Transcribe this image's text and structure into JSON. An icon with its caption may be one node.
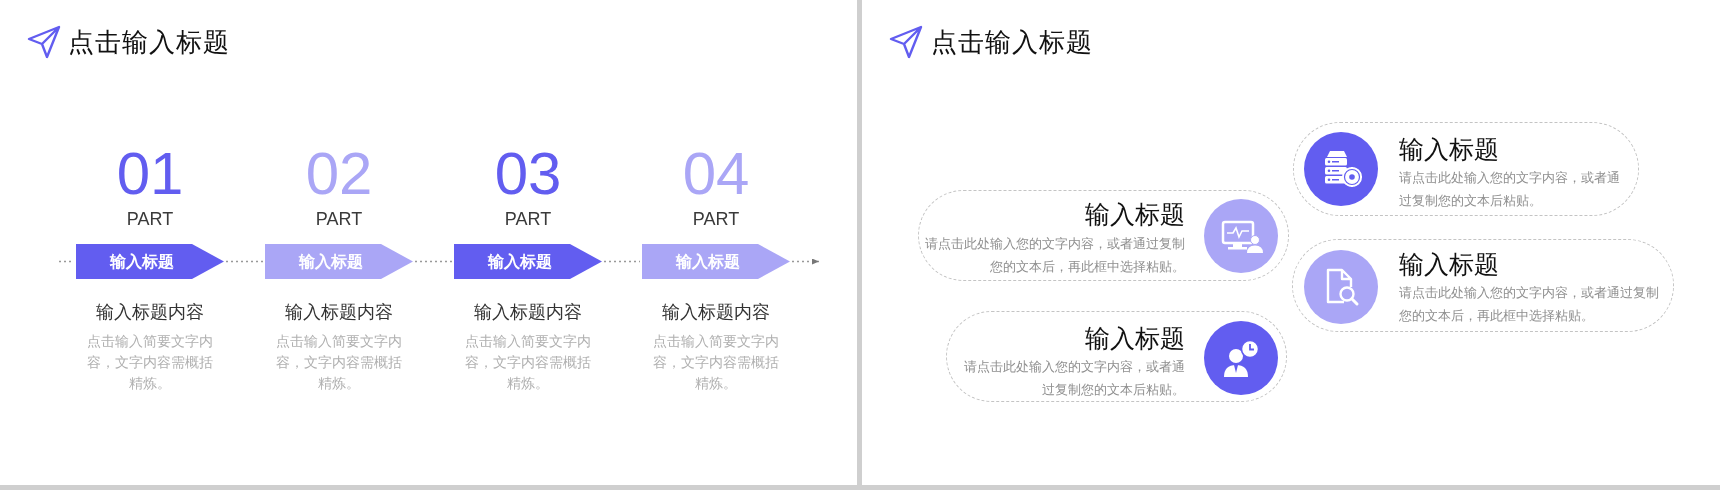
{
  "diagram": {
    "nodes": [
      {
        "text": [
          "输入标题"
        ],
        "beside": [
          "01",
          "PART",
          "输入标题内容",
          "点击输入简要文字内容，文字内容需概括精炼。"
        ]
      },
      {
        "text": [
          "输入标题"
        ],
        "beside": [
          "02",
          "PART",
          "输入标题内容",
          "点击输入简要文字内容，文字内容需概括精炼。"
        ]
      },
      {
        "text": [
          "输入标题"
        ],
        "beside": [
          "03",
          "PART",
          "输入标题内容",
          "点击输入简要文字内容，文字内容需概括精炼。"
        ]
      },
      {
        "text": [
          "输入标题"
        ],
        "beside": [
          "04",
          "PART",
          "输入标题内容",
          "点击输入简要文字内容，文字内容需概括精炼。"
        ]
      },
      {
        "text": [
          "输入标题",
          "请点击此处输入您的文字内容，或者通过复制您的文本后粘贴。"
        ]
      },
      {
        "text": [
          "输入标题",
          "请点击此处输入您的文字内容，或者通过复制您的文本后，再此框中选择粘贴。"
        ]
      },
      {
        "text": [
          "输入标题",
          "请点击此处输入您的文字内容，或者通过复制您的文本后，再此框中选择粘贴。"
        ]
      },
      {
        "text": [
          "输入标题",
          "请点击此处输入您的文字内容，或者通过复制您的文本后粘贴。"
        ]
      }
    ],
    "edges": [
      {
        "from": null,
        "to": 0,
        "arrow": "none",
        "style": "dashed"
      },
      {
        "from": 0,
        "to": 1,
        "arrow": "none",
        "style": "dashed"
      },
      {
        "from": 1,
        "to": 2,
        "arrow": "none",
        "style": "dashed"
      },
      {
        "from": 2,
        "to": 3,
        "arrow": "none",
        "style": "dashed"
      },
      {
        "from": 3,
        "to": null,
        "arrow": "to",
        "style": "dashed"
      }
    ],
    "labels": [
      "点击输入标题",
      "点击输入标题"
    ]
  }
}
